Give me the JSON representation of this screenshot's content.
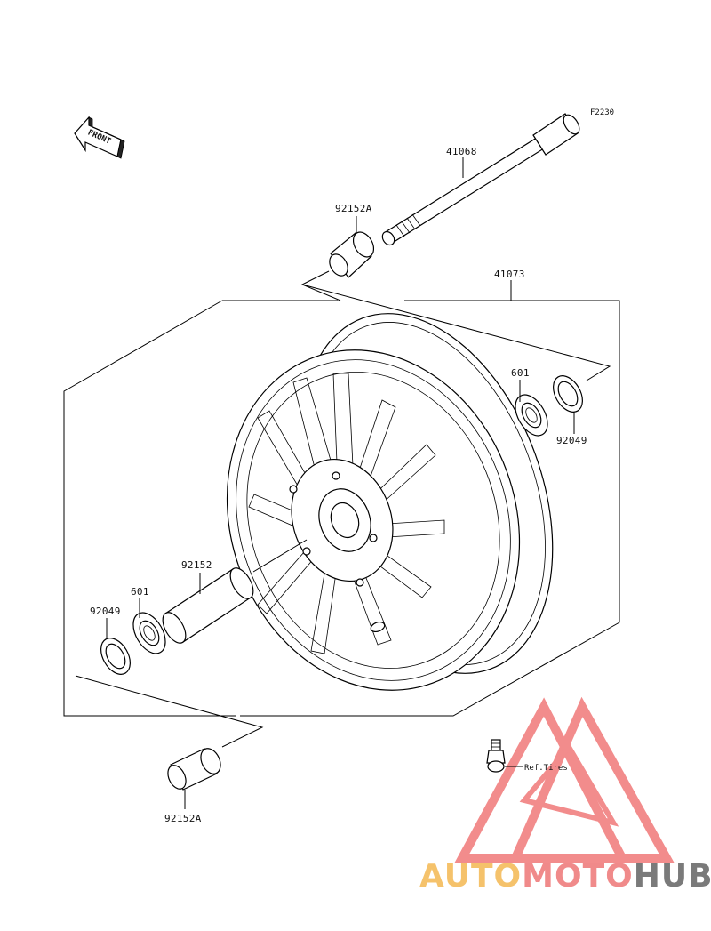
{
  "diagram": {
    "figure_code": "F2230",
    "front_arrow": "FRONT",
    "parts": {
      "axle": "41068",
      "collar_top": "92152A",
      "wheel": "41073",
      "bearing_right": "601",
      "seal_right": "92049",
      "sleeve": "92152",
      "bearing_left": "601",
      "seal_left": "92049",
      "collar_bottom": "92152A",
      "valve": "Ref.Tires"
    }
  },
  "watermark": {
    "part1": "AUTO",
    "part2": "MOTO",
    "part3": "HUB",
    "color1": "#f5c26b",
    "color2": "#f08a8a",
    "color3": "#7a7a7a",
    "triangle_color": "#f07070"
  }
}
